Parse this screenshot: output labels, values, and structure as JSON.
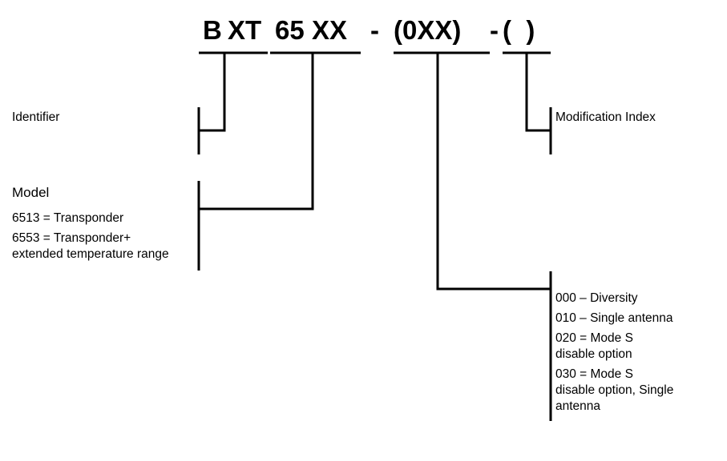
{
  "code_parts": {
    "b": "B",
    "xt": "XT",
    "model": "65",
    "model_xx": "XX",
    "dash1": "-",
    "option": "(0XX)",
    "dash2": "-",
    "mod": "(  )"
  },
  "identifier": {
    "label": "Identifier"
  },
  "model": {
    "title": "Model",
    "items": [
      {
        "line1": "6513 = Transponder"
      },
      {
        "line1": "6553 = Transponder+",
        "line2": "extended temperature range"
      }
    ]
  },
  "modification": {
    "label": "Modification Index"
  },
  "options": {
    "items": [
      {
        "line1": "000 – Diversity"
      },
      {
        "line1": "010 – Single antenna"
      },
      {
        "line1": "020 = Mode S",
        "line2": "disable option"
      },
      {
        "line1": "030 = Mode S",
        "line2": "disable option, Single",
        "line3": "antenna"
      }
    ]
  }
}
